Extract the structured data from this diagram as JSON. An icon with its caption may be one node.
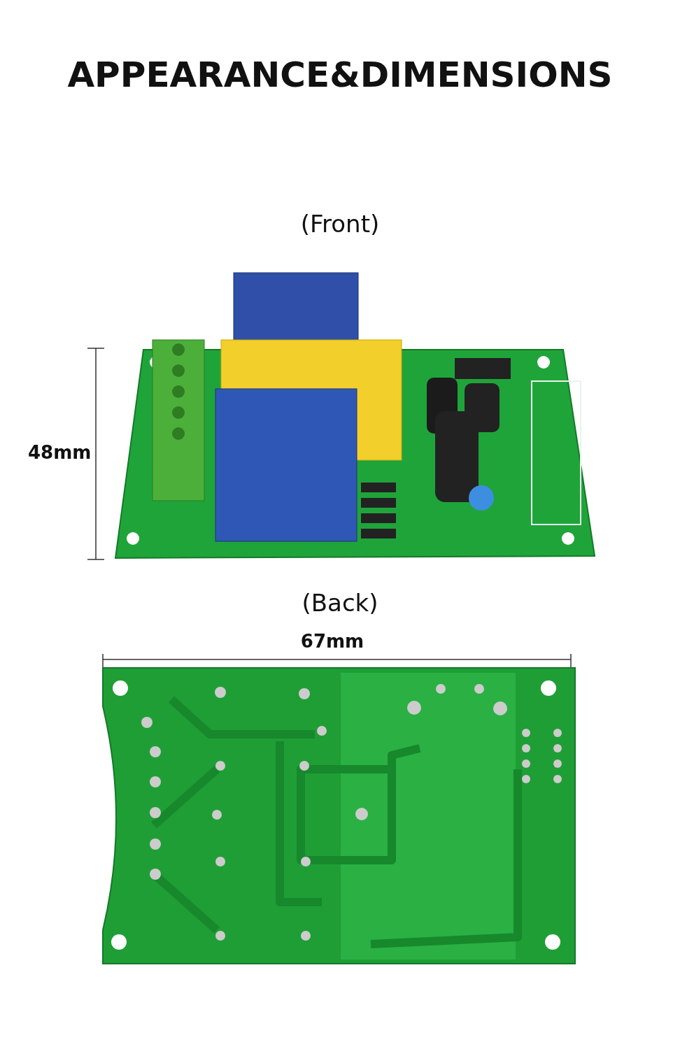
{
  "diagram": {
    "title": "APPEARANCE&DIMENSIONS",
    "labels": [
      "(Front)",
      "48mm",
      "(Back)",
      "67mm"
    ]
  }
}
